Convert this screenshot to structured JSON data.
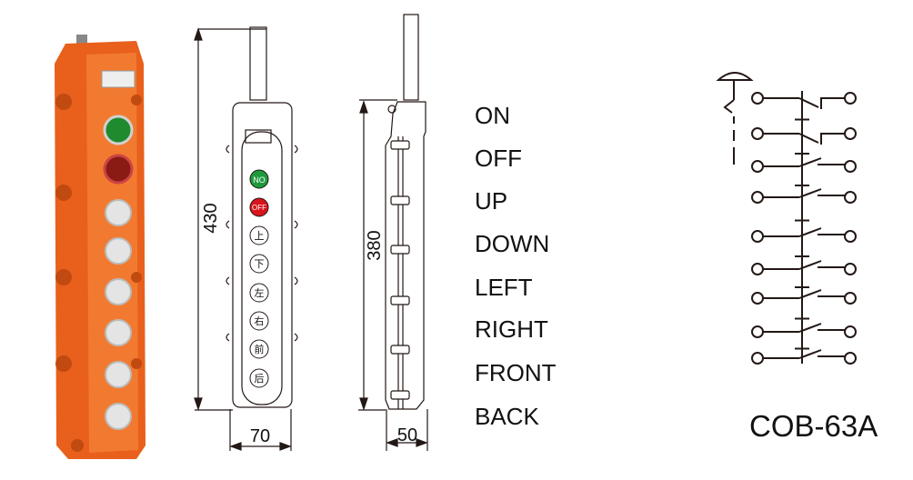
{
  "functions": [
    "ON",
    "OFF",
    "UP",
    "DOWN",
    "LEFT",
    "RIGHT",
    "FRONT",
    "BACK"
  ],
  "model": "COB-63A",
  "dimensions": {
    "height_total": "430",
    "height_body": "380",
    "width": "70",
    "depth": "50"
  },
  "buttons": [
    "NO",
    "OFF",
    "上",
    "下",
    "左",
    "右",
    "前",
    "后"
  ],
  "colors": {
    "housing": "#e8601c",
    "on_button": "#1e9a3c",
    "off_button": "#d8141c",
    "line": "#231815"
  }
}
